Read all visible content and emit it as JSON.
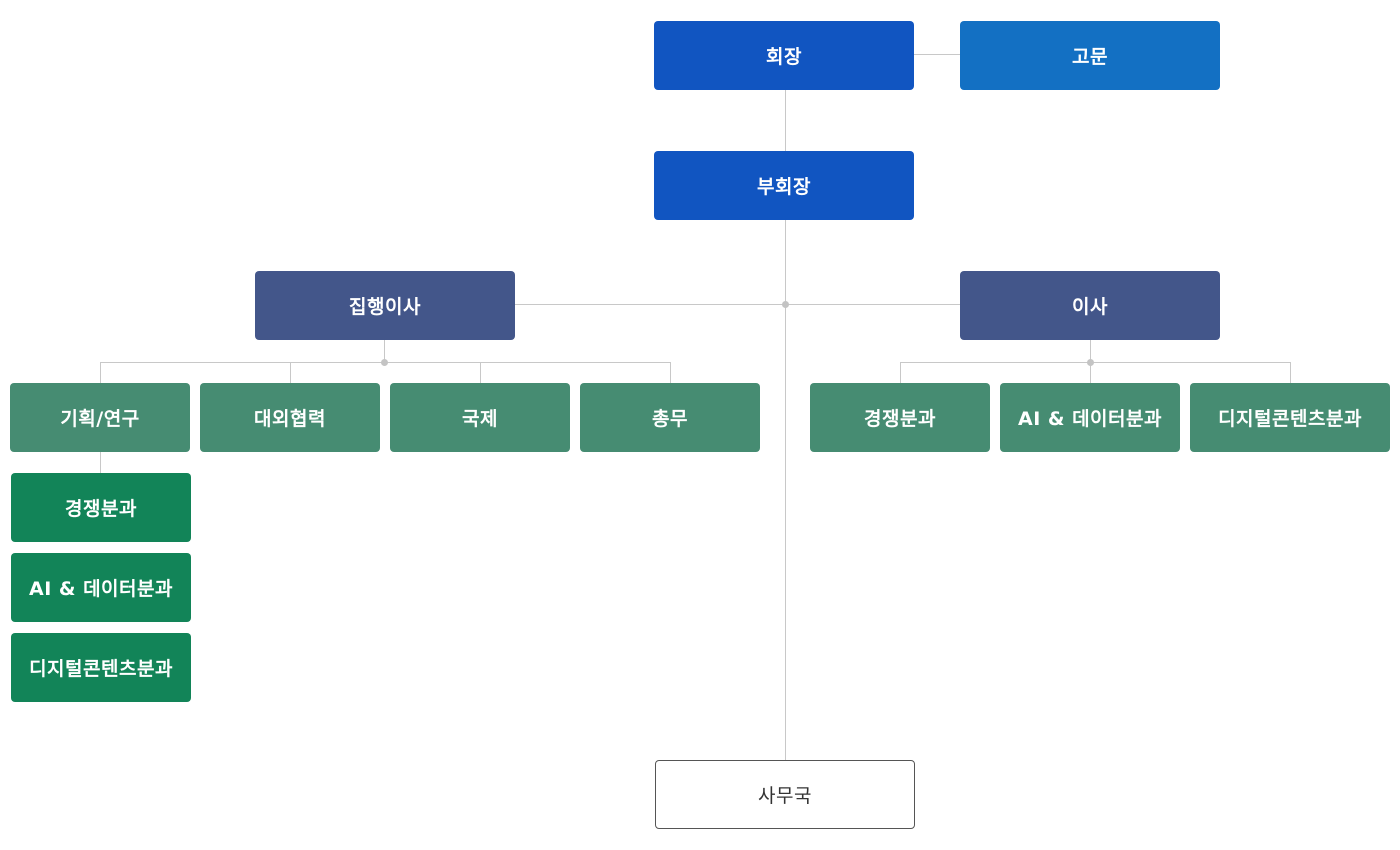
{
  "top": {
    "chairman": "회장",
    "advisor": "고문",
    "vice_chairman": "부회장"
  },
  "directors": {
    "executive": "집행이사",
    "regular": "이사"
  },
  "executive_departments": [
    "기획/연구",
    "대외협력",
    "국제",
    "총무"
  ],
  "planning_subcommittees": [
    "경쟁분과",
    "AI & 데이터분과",
    "디지털콘텐츠분과"
  ],
  "director_subcommittees": [
    "경쟁분과",
    "AI & 데이터분과",
    "디지털콘텐츠분과"
  ],
  "secretariat": "사무국",
  "colors": {
    "chairman": "#1155c1",
    "advisor": "#1370c3",
    "directors": "#43568a",
    "departments": "#468c72",
    "subcommittees": "#128458",
    "connector": "#c8c8c8"
  }
}
